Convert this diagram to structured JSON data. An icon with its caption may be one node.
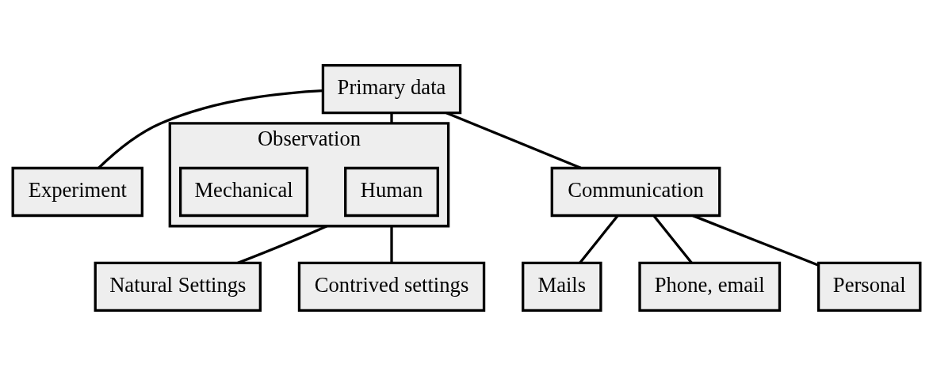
{
  "diagram": {
    "nodes": [
      {
        "text": [
          "Primary data"
        ]
      },
      {
        "text": [
          "Experiment"
        ]
      },
      {
        "text": [
          "Observation"
        ]
      },
      {
        "text": [
          "Human"
        ],
        "in": 2
      },
      {
        "text": [
          "Mechanical"
        ],
        "in": 2
      },
      {
        "text": [
          "Communication"
        ]
      },
      {
        "text": [
          "Natural Settings"
        ]
      },
      {
        "text": [
          "Contrived settings"
        ]
      },
      {
        "text": [
          "Mails"
        ]
      },
      {
        "text": [
          "Phone, email"
        ]
      },
      {
        "text": [
          "Personal"
        ]
      }
    ],
    "edges": [
      {
        "from": 0,
        "to": 1,
        "arrow": "none"
      },
      {
        "from": 0,
        "to": 2,
        "arrow": "none"
      },
      {
        "from": 0,
        "to": 5,
        "arrow": "none"
      },
      {
        "from": 2,
        "to": 6,
        "arrow": "none"
      },
      {
        "from": 2,
        "to": 7,
        "arrow": "none"
      },
      {
        "from": 5,
        "to": 8,
        "arrow": "none"
      },
      {
        "from": 5,
        "to": 9,
        "arrow": "none"
      },
      {
        "from": 5,
        "to": 10,
        "arrow": "none"
      }
    ]
  }
}
